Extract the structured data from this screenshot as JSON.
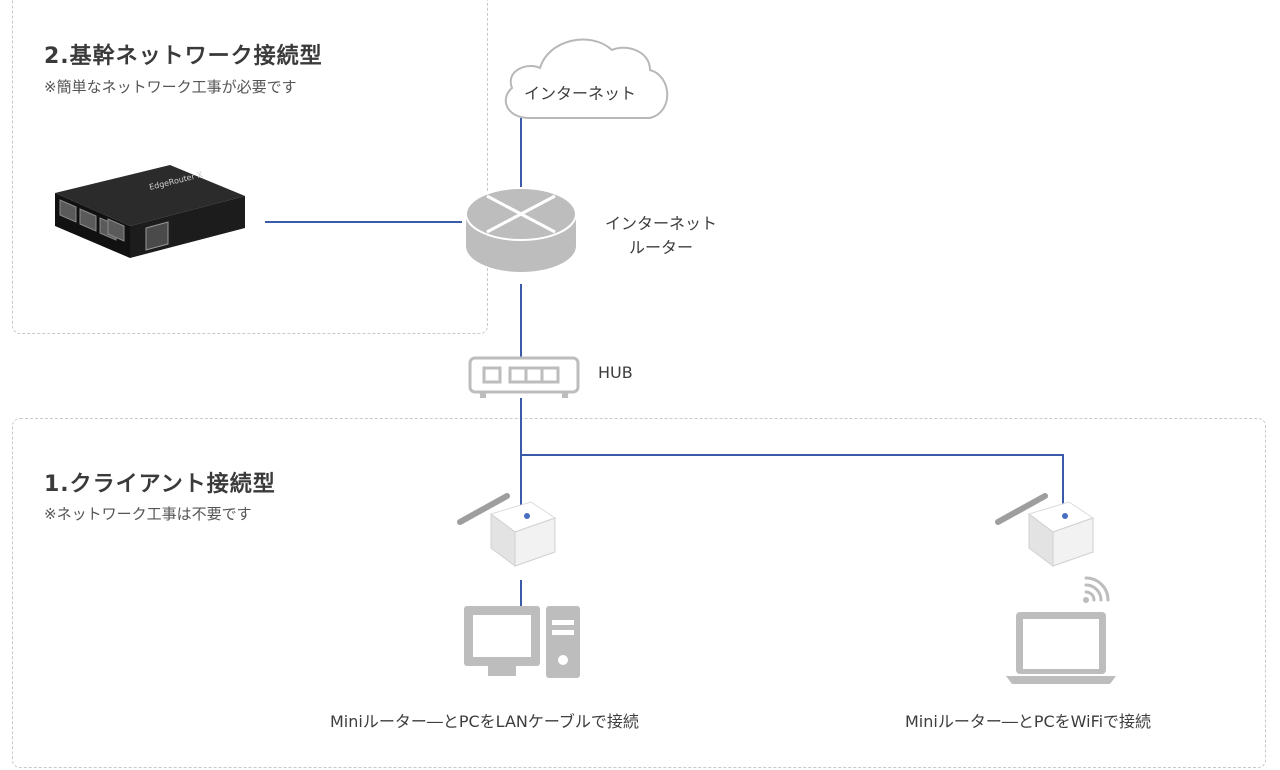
{
  "backbone": {
    "title": "2.基幹ネットワーク接続型",
    "note": "※簡単なネットワーク工事が必要です",
    "device_brand": "EdgeRouter X"
  },
  "client": {
    "title": "1.クライアント接続型",
    "note": "※ネットワーク工事は不要です"
  },
  "nodes": {
    "internet": "インターネット",
    "router_line1": "インターネット",
    "router_line2": "ルーター",
    "hub": "HUB"
  },
  "captions": {
    "lan": "Miniルーター―とPCをLANケーブルで接続",
    "wifi": "Miniルーター―とPCをWiFiで接続"
  },
  "colors": {
    "line": "#3b5aa8",
    "icon_gray": "#bdbdbd",
    "text": "#3d3d3d"
  },
  "icons": [
    "cloud-icon",
    "router-icon",
    "hub-icon",
    "mini-router-icon",
    "desktop-pc-icon",
    "laptop-icon",
    "wifi-icon",
    "edgerouter-image"
  ]
}
